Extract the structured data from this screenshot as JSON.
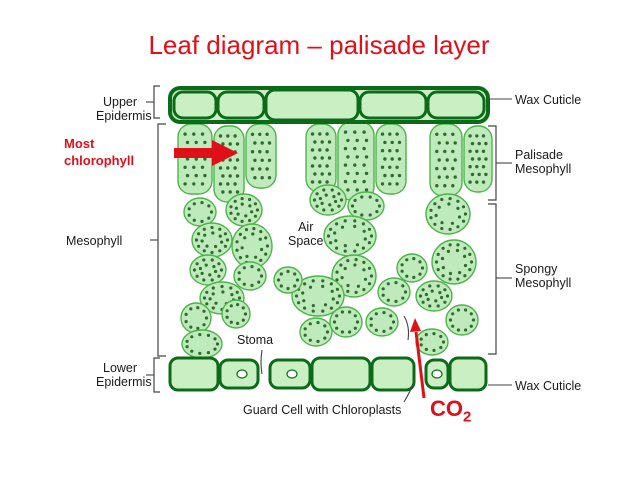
{
  "title": "Leaf diagram – palisade layer",
  "labels": {
    "upper_epidermis": [
      "Upper",
      "Epidermis"
    ],
    "mesophyll": "Mesophyll",
    "lower_epidermis": [
      "Lower",
      "Epidermis"
    ],
    "wax_cuticle_top": "Wax Cuticle",
    "palisade_mesophyll": [
      "Palisade",
      "Mesophyll"
    ],
    "spongy_mesophyll": [
      "Spongy",
      "Mesophyll"
    ],
    "wax_cuticle_bottom": "Wax Cuticle",
    "air_space": [
      "Air",
      "Space"
    ],
    "stoma": "Stoma",
    "guard_cell": "Guard Cell with Chloroplasts"
  },
  "annotations": {
    "most_chlorophyll": [
      "Most",
      "chlorophyll"
    ],
    "co2_main": "CO",
    "co2_sub": "2"
  },
  "colors": {
    "cell_fill": "#bfeabb",
    "cell_stroke": "#4fb34c",
    "epidermis_fill": "#c9efc3",
    "epidermis_stroke": "#0b6b18",
    "chloroplast": "#2e6b2e",
    "accent_red": "#e0101a"
  }
}
